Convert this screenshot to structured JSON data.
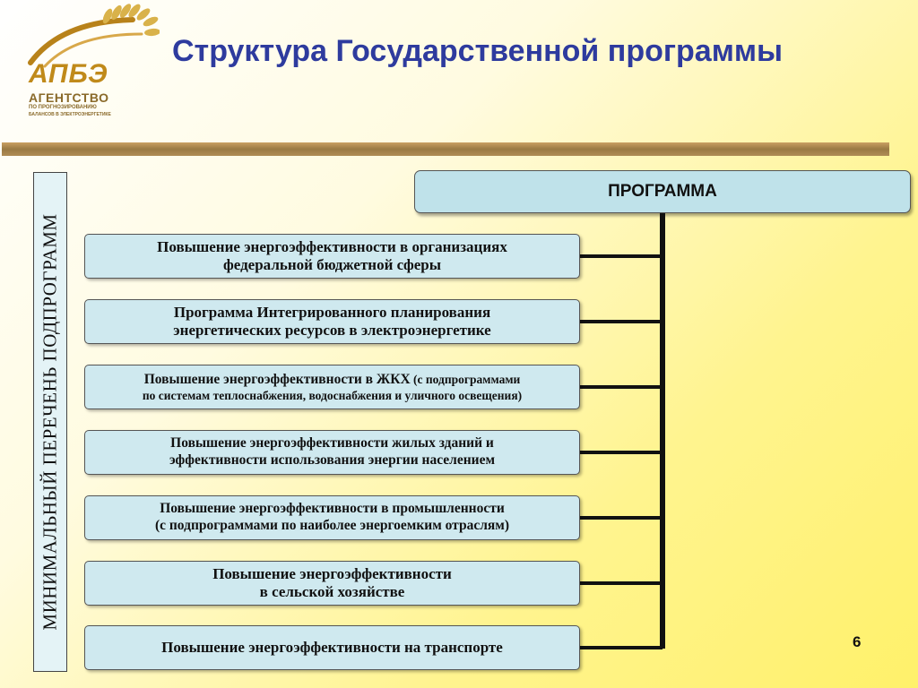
{
  "logo": {
    "abbr": "АПБЭ",
    "name": "АГЕНТСТВО",
    "sub1": "ПО ПРОГНОЗИРОВАНИЮ",
    "sub2": "БАЛАНСОВ В ЭЛЕКТРОЭНЕРГЕТИКЕ",
    "colors": {
      "gold": "#c08a1a",
      "brown": "#8a6a2a"
    }
  },
  "title": "Структура Государственной программы",
  "vertical_label": "МИНИМАЛЬНЫЙ ПЕРЕЧЕНЬ ПОДПРОГРАММ",
  "program": {
    "label": "ПРОГРАММА"
  },
  "subprograms": [
    {
      "lines": [
        "Повышение энергоэффективности в организациях",
        "федеральной бюджетной сферы"
      ]
    },
    {
      "lines": [
        "Программа Интегрированного планирования",
        "энергетических ресурсов в электроэнергетике"
      ]
    },
    {
      "line1_main": "Повышение энергоэффективности в ЖКХ",
      "line1_small": " (с подпрограммами",
      "line2_small": "по системам теплоснабжения, водоснабжения и уличного освещения)"
    },
    {
      "lines": [
        "Повышение энергоэффективности жилых зданий и",
        "эффективности использования энергии населением"
      ]
    },
    {
      "lines": [
        "Повышение энергоэффективности в промышленности",
        "(с подпрограммами по наиболее энергоемким отраслям)"
      ]
    },
    {
      "lines": [
        "Повышение энергоэффективности",
        "в сельской хозяйстве"
      ]
    },
    {
      "lines": [
        "Повышение энергоэффективности на транспорте"
      ]
    }
  ],
  "page_number": "6",
  "colors": {
    "title": "#2e3b9e",
    "box_fill": "#cfe9ef",
    "program_fill": "#bfe2ea",
    "connector": "#111111",
    "divider": "#9a7a44"
  }
}
